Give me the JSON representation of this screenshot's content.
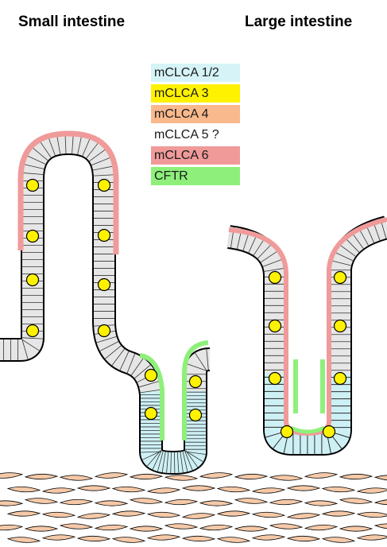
{
  "titles": {
    "small_intestine": "Small intestine",
    "large_intestine": "Large intestine"
  },
  "legend": [
    {
      "label": "mCLCA 1/2",
      "color": "#d6f4f7"
    },
    {
      "label": "mCLCA 3",
      "color": "#fff200"
    },
    {
      "label": "mCLCA 4",
      "color": "#f9b98c"
    },
    {
      "label": "mCLCA 5 ?",
      "color": "#ffffff"
    },
    {
      "label": "mCLCA 6",
      "color": "#f09a9a"
    },
    {
      "label": "CFTR",
      "color": "#8ef07a"
    }
  ],
  "colors": {
    "epithelium": "#e6e6e6",
    "crypt_base": "#cdf0f5",
    "goblet_cell": "#fff200",
    "muscle_cell": "#f5c9a8",
    "outline": "#000000"
  }
}
